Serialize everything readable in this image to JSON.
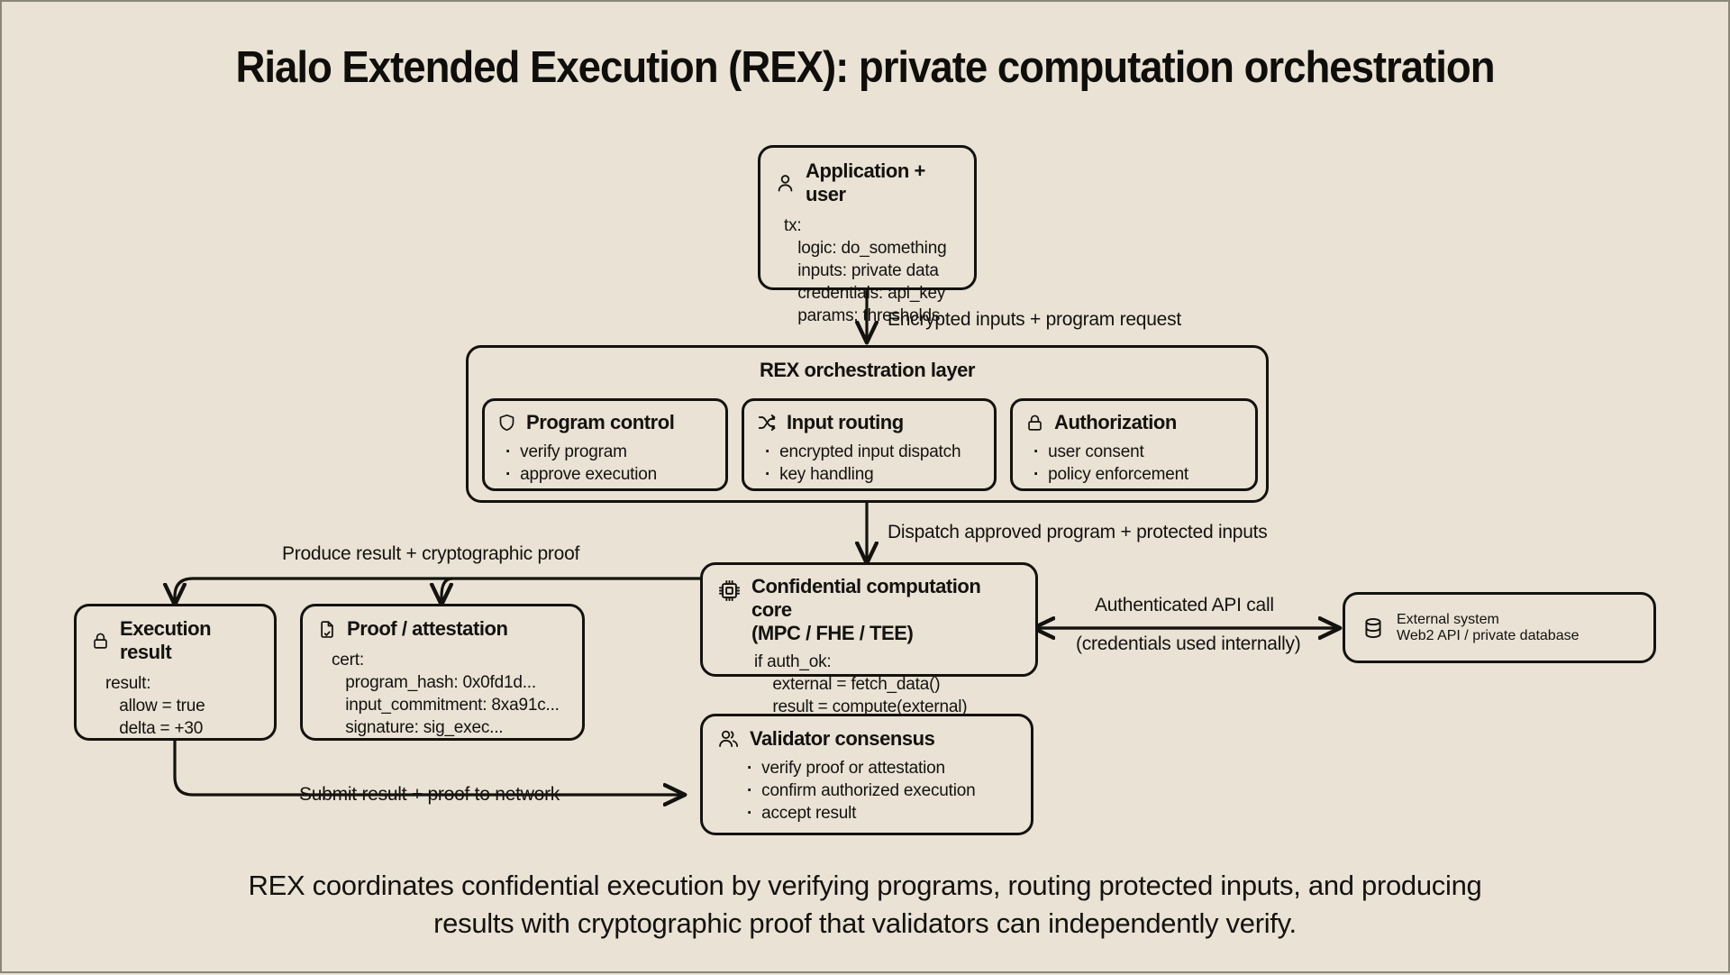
{
  "page": {
    "title": "Rialo Extended Execution (REX): private computation orchestration",
    "caption": "REX coordinates confidential execution by verifying programs, routing protected inputs, and producing results with cryptographic proof that validators can independently verify.",
    "background_color": "#e9e2d5",
    "line_color": "#14120f"
  },
  "nodes": {
    "application": {
      "title": "Application + user",
      "icon": "user-icon",
      "lines": [
        "tx:",
        "   logic: do_something",
        "   inputs: private data",
        "   credentials: api_key",
        "   params: thresholds"
      ]
    },
    "orchestration": {
      "title": "REX orchestration layer",
      "children": [
        {
          "title": "Program control",
          "icon": "shield-icon",
          "bullets": [
            "verify program",
            "approve execution"
          ]
        },
        {
          "title": "Input routing",
          "icon": "shuffle-icon",
          "bullets": [
            "encrypted input dispatch",
            "key handling"
          ]
        },
        {
          "title": "Authorization",
          "icon": "lock-icon",
          "bullets": [
            "user consent",
            "policy enforcement"
          ]
        }
      ]
    },
    "core": {
      "title_line1": "Confidential computation core",
      "title_line2": "(MPC / FHE / TEE)",
      "icon": "chip-icon",
      "lines": [
        "if auth_ok:",
        "    external = fetch_data()",
        "    result = compute(external)"
      ]
    },
    "external_system": {
      "title_line1": "External system",
      "title_line2": "Web2 API / private database",
      "icon": "database-icon"
    },
    "execution_result": {
      "title": "Execution result",
      "icon": "lock-icon",
      "lines": [
        "result:",
        "   allow = true",
        "   delta = +30"
      ]
    },
    "proof": {
      "title": "Proof / attestation",
      "icon": "document-check-icon",
      "lines": [
        "cert:",
        "   program_hash: 0x0fd1d...",
        "   input_commitment: 8xa91c...",
        "   signature: sig_exec..."
      ]
    },
    "validator": {
      "title": "Validator consensus",
      "icon": "users-icon",
      "bullets": [
        "verify proof or attestation",
        "confirm authorized execution",
        "accept result"
      ]
    }
  },
  "edges": [
    {
      "id": "app-to-rex",
      "label": "Encrypted inputs + program request"
    },
    {
      "id": "rex-to-core",
      "label": "Dispatch approved program + protected inputs"
    },
    {
      "id": "core-to-results",
      "label": "Produce result + cryptographic proof"
    },
    {
      "id": "result-to-validator",
      "label": "Submit result + proof to network"
    },
    {
      "id": "core-to-external-1",
      "label": "Authenticated API call"
    },
    {
      "id": "core-to-external-2",
      "label": "(credentials used internally)"
    }
  ]
}
